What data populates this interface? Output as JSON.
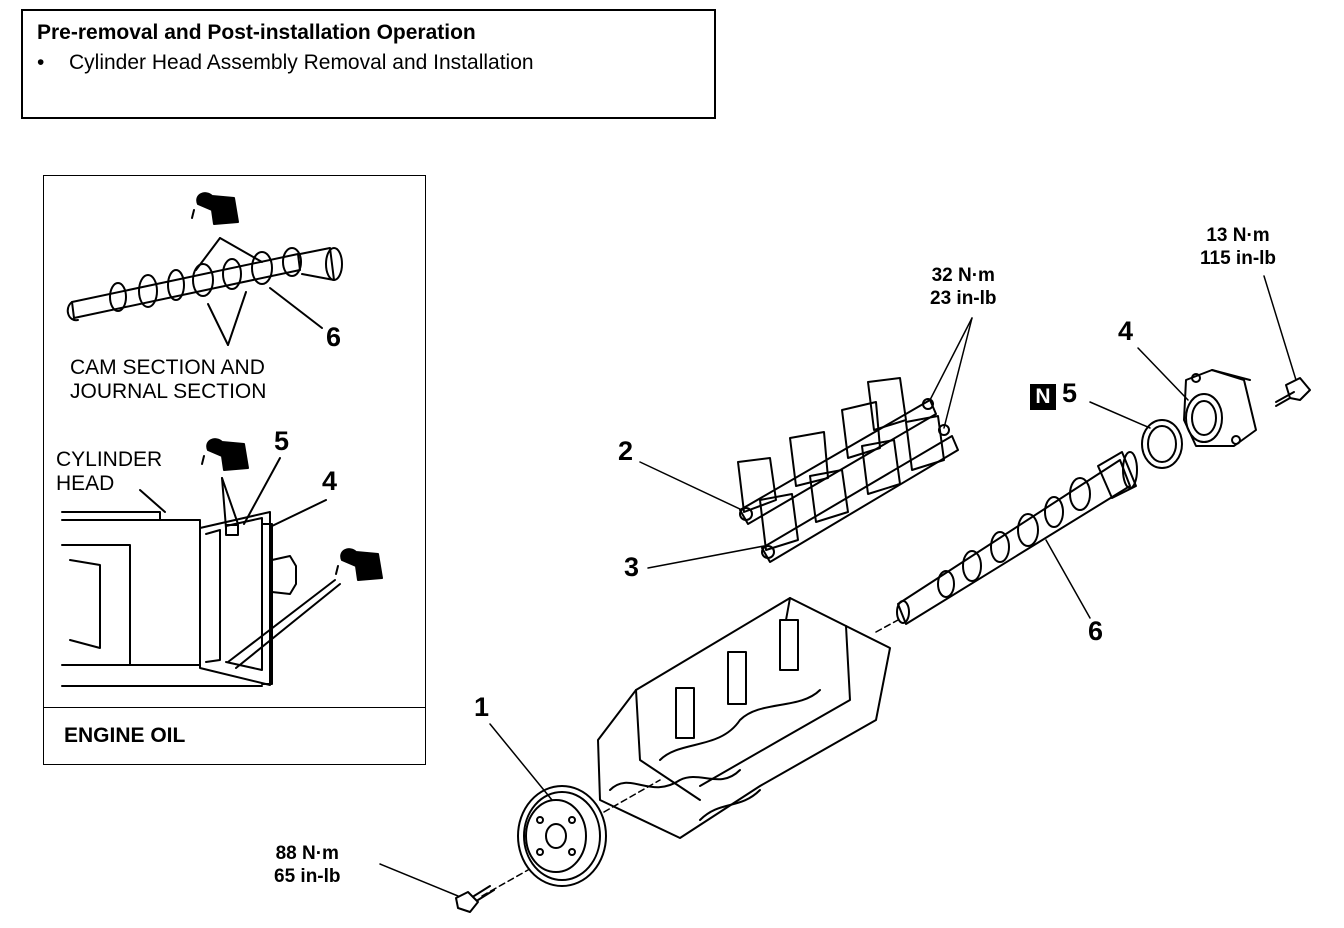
{
  "header": {
    "title": "Pre-removal and Post-installation Operation",
    "items": [
      "Cylinder Head Assembly Removal and Installation"
    ]
  },
  "inset": {
    "cam_label_line1": "CAM SECTION AND",
    "cam_label_line2": "JOURNAL SECTION",
    "cyl_label_line1": "CYLINDER",
    "cyl_label_line2": "HEAD",
    "callout_6": "6",
    "callout_5": "5",
    "callout_4": "4",
    "footer": "ENGINE OIL"
  },
  "callouts": {
    "c1": "1",
    "c2": "2",
    "c3": "3",
    "c4": "4",
    "c5": "5",
    "c6": "6"
  },
  "badge_new": "N",
  "torques": {
    "rocker_line1": "32 N·m",
    "rocker_line2": "23 in-lb",
    "thrust_line1": "13 N·m",
    "thrust_line2": "115 in-lb",
    "sprocket_line1": "88 N·m",
    "sprocket_line2": "65 in-lb"
  },
  "icons": [
    "oil-can-icon",
    "oil-can-icon",
    "oil-can-icon"
  ]
}
